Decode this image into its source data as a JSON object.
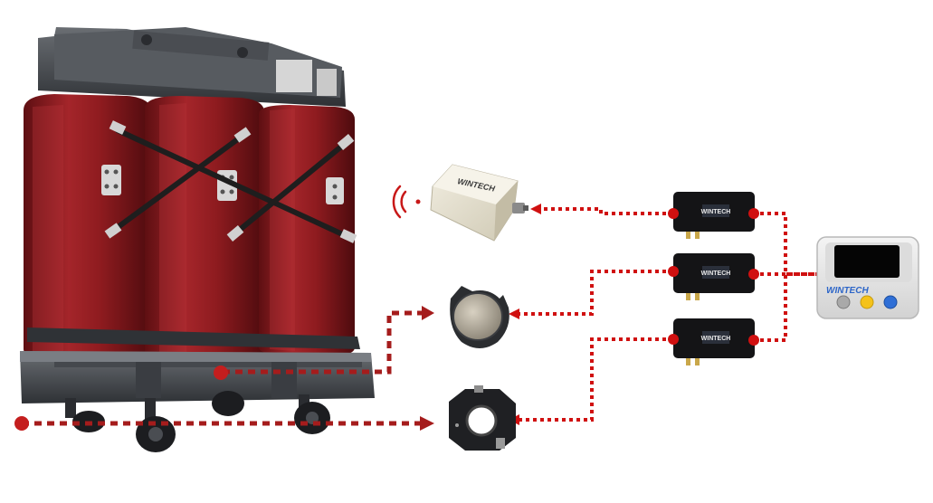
{
  "brand": {
    "name": "WINTECH",
    "module_label": "WINTECH",
    "sensor_label": "WINTECH"
  },
  "colors": {
    "transformer_red": "#8e1b1f",
    "frame_dark": "#3b3e42",
    "link_red": "#d01010",
    "led_grey": "#a9a9a9",
    "led_yellow": "#f4c21a",
    "led_blue": "#2f6fd6"
  },
  "icons": {
    "wireless": "wireless-signal-icon"
  }
}
